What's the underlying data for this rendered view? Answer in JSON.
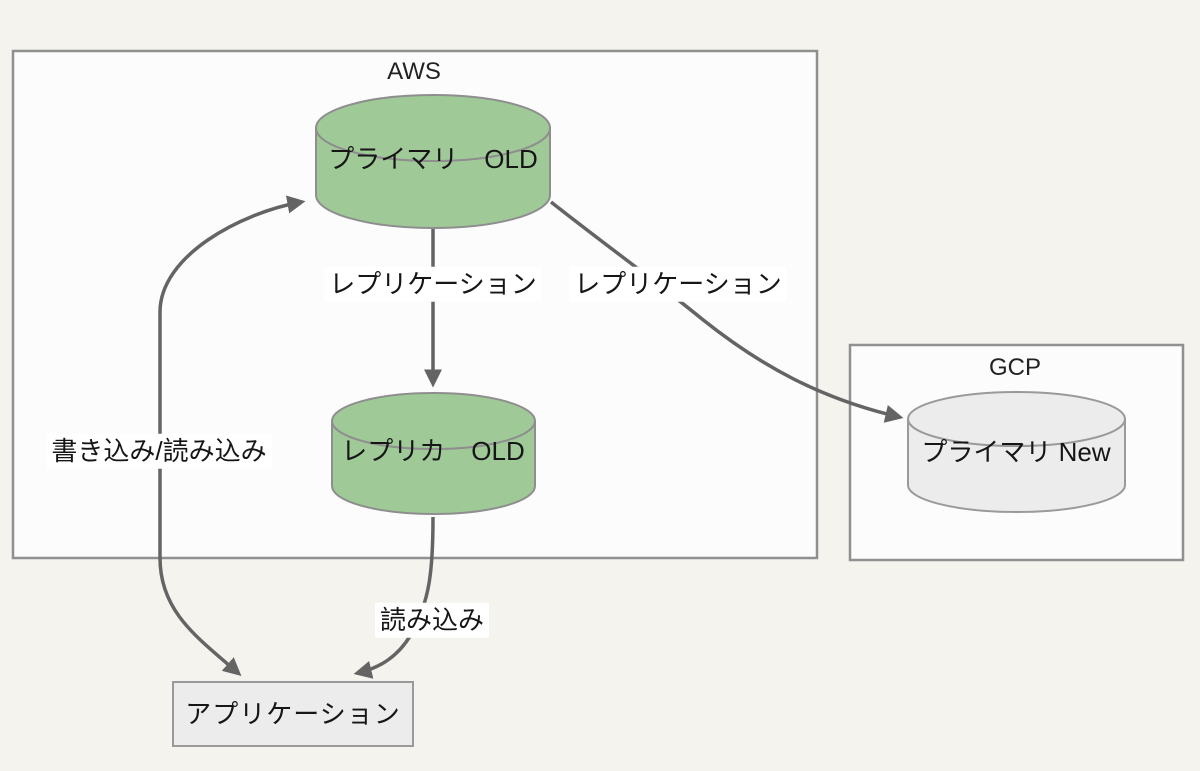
{
  "diagram": {
    "aws": {
      "label": "AWS"
    },
    "gcp": {
      "label": "GCP"
    },
    "nodes": {
      "primary_old": {
        "label": "プライマリ　OLD",
        "shape": "cylinder",
        "fill": "#9fca98"
      },
      "replica_old": {
        "label": "レプリカ　OLD",
        "shape": "cylinder",
        "fill": "#9fca98"
      },
      "primary_new": {
        "label": "プライマリ New",
        "shape": "cylinder",
        "fill": "#ececec"
      },
      "application": {
        "label": "アプリケーション",
        "shape": "rectangle",
        "fill": "#ececec"
      }
    },
    "edges": {
      "replication_aws": {
        "label": "レプリケーション",
        "from": "primary_old",
        "to": "replica_old",
        "bidirectional": false
      },
      "replication_to_gcp": {
        "label": "レプリケーション",
        "from": "primary_old",
        "to": "primary_new",
        "bidirectional": false
      },
      "write_read": {
        "label": "書き込み/読み込み",
        "from": "application",
        "to": "primary_old",
        "bidirectional": true
      },
      "read": {
        "label": "読み込み",
        "from": "replica_old",
        "to": "application",
        "bidirectional": false
      }
    },
    "colors": {
      "background": "#f5f3ee",
      "cloud_box_fill": "#fcfcfc",
      "cloud_box_stroke": "#909090",
      "green_node_fill": "#9fca98",
      "gray_node_fill": "#ececec",
      "node_stroke": "#8e8e8e",
      "arrow": "#646464",
      "text": "#161616",
      "edge_label_background": "#ffffff"
    }
  }
}
